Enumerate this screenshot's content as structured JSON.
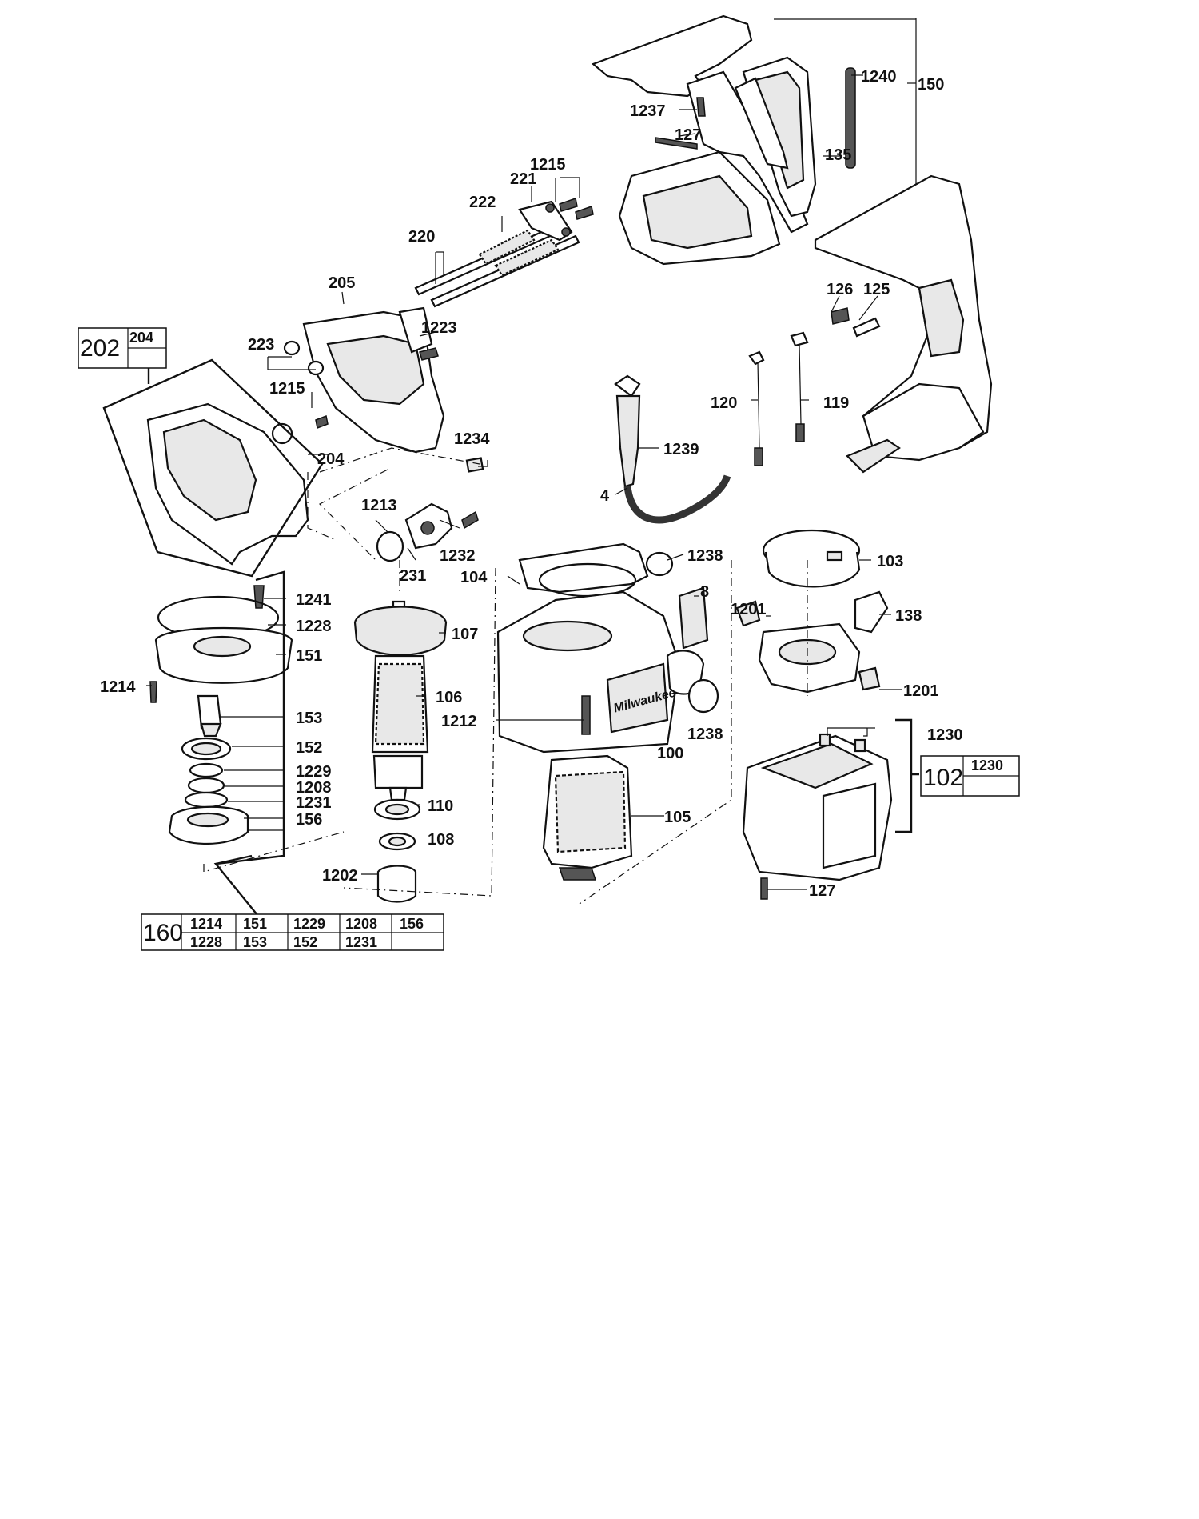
{
  "callouts": {
    "c1215a": "1215",
    "c221": "221",
    "c222": "222",
    "c220": "220",
    "c205": "205",
    "c1223": "1223",
    "c223": "223",
    "c1215b": "1215",
    "c204": "204",
    "c1234": "1234",
    "c1213": "1213",
    "c1232": "1232",
    "c231": "231",
    "c1240": "1240",
    "c150": "150",
    "c1237": "1237",
    "c127a": "127",
    "c135": "135",
    "c126": "126",
    "c125": "125",
    "c120": "120",
    "c119": "119",
    "c1239": "1239",
    "c4": "4",
    "c1238a": "1238",
    "c103": "103",
    "c104": "104",
    "c8": "8",
    "c1201a": "1201",
    "c138": "138",
    "c1201b": "1201",
    "c1212": "1212",
    "c100": "100",
    "c1238b": "1238",
    "c1230": "1230",
    "c105": "105",
    "c127b": "127",
    "c1241": "1241",
    "c1228": "1228",
    "c151": "151",
    "c1214": "1214",
    "c153": "153",
    "c152": "152",
    "c1229": "1229",
    "c1208": "1208",
    "c1231": "1231",
    "c156": "156",
    "c107": "107",
    "c106": "106",
    "c110": "110",
    "c108": "108",
    "c1202": "1202"
  },
  "kits": {
    "kit202": {
      "number": "202",
      "parts": [
        "204"
      ]
    },
    "kit102": {
      "number": "102",
      "parts": [
        "1230"
      ]
    },
    "kit160": {
      "number": "160",
      "row1": [
        "1214",
        "151",
        "1229",
        "1208",
        "156"
      ],
      "row2": [
        "1228",
        "153",
        "152",
        "1231",
        ""
      ]
    }
  },
  "logo_text": "Milwaukee"
}
